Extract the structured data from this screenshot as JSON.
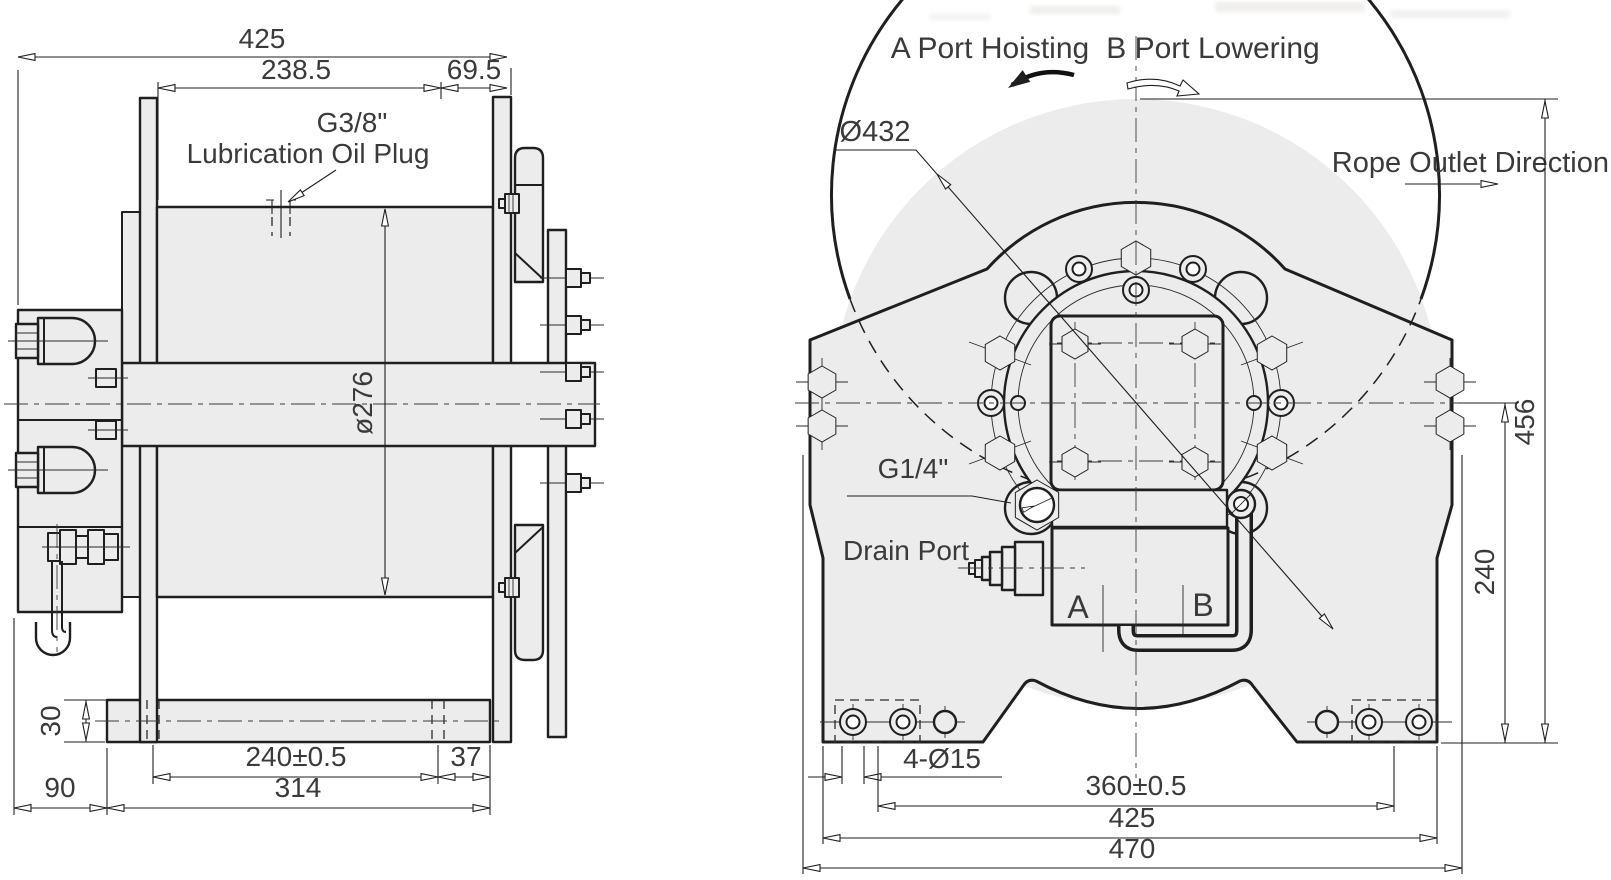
{
  "left_view": {
    "dim_overall_width": "425",
    "dim_drum_length": "238.5",
    "dim_flange_offset": "69.5",
    "plug_thread": "G3/8\"",
    "plug_label": "Lubrication Oil Plug",
    "dim_drum_diameter": "ø276",
    "dim_base_height": "30",
    "dim_foot_hole_spacing": "240±0.5",
    "dim_foot_edge": "37",
    "dim_motor_overhang": "90",
    "dim_base_length": "314"
  },
  "right_view": {
    "label_port_a": "A Port Hoisting",
    "label_port_b": "B Port Lowering",
    "dim_flange_diameter": "Ø432",
    "label_rope_outlet": "Rope Outlet Direction",
    "fitting_thread": "G1/4\"",
    "label_drain_port": "Drain Port",
    "port_a": "A",
    "port_b": "B",
    "dim_overall_height": "456",
    "dim_centerline_height": "240",
    "dim_mount_holes": "4-Ø15",
    "dim_mount_hole_spacing": "360±0.5",
    "dim_base_width": "425",
    "dim_overall_width": "470"
  },
  "colors": {
    "line": "#1f1f1f",
    "fill": "#ececec",
    "text": "#3a3a3a",
    "background": "#ffffff"
  }
}
